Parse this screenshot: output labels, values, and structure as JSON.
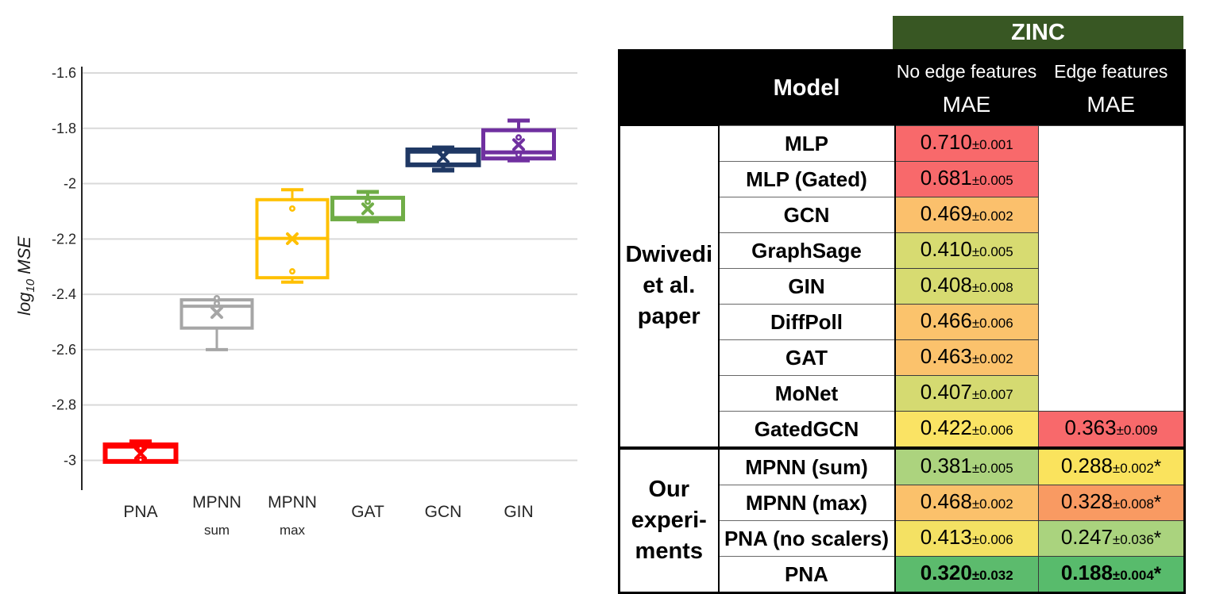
{
  "chart_data": {
    "type": "box",
    "title": "",
    "ylabel": "log10 MSE",
    "ylabel_parts": {
      "main": "log",
      "sub": "10",
      "rest": " MSE"
    },
    "grid": true,
    "legend": "none",
    "ylim": [
      -1.6,
      -3.15
    ],
    "yticks": [
      {
        "v": -1.6,
        "label": "-1.6"
      },
      {
        "v": -1.8,
        "label": "-1.8"
      },
      {
        "v": -2.0,
        "label": "-2"
      },
      {
        "v": -2.2,
        "label": "-2.2"
      },
      {
        "v": -2.4,
        "label": "-2.4"
      },
      {
        "v": -2.6,
        "label": "-2.6"
      },
      {
        "v": -2.8,
        "label": "-2.8"
      },
      {
        "v": -3.0,
        "label": "-3"
      }
    ],
    "categories": [
      {
        "label": "PNA",
        "sub": null
      },
      {
        "label": "MPNN",
        "sub": "sum"
      },
      {
        "label": "MPNN",
        "sub": "max"
      },
      {
        "label": "GAT",
        "sub": null
      },
      {
        "label": "GCN",
        "sub": null
      },
      {
        "label": "GIN",
        "sub": null
      }
    ],
    "series": [
      {
        "name": "PNA",
        "color": "#FF0000",
        "stroke_width": 6,
        "whisker_high": -2.933,
        "q3": -2.944,
        "median": -2.949,
        "q1": -3.004,
        "whisker_low": null,
        "mean": -2.975,
        "points": [
          -2.956,
          -2.998
        ]
      },
      {
        "name": "MPNN sum",
        "color": "#A6A6A6",
        "stroke_width": 4,
        "whisker_high": null,
        "q3": -2.42,
        "median": -2.443,
        "q1": -2.522,
        "whisker_low": -2.6,
        "mean": -2.466,
        "points": [
          -2.414,
          -2.433
        ]
      },
      {
        "name": "MPNN max",
        "color": "#FFC000",
        "stroke_width": 4,
        "whisker_high": -2.022,
        "q3": -2.058,
        "median": -2.198,
        "q1": -2.34,
        "whisker_low": -2.356,
        "mean": -2.199,
        "points": [
          -2.09,
          -2.317
        ]
      },
      {
        "name": "GAT",
        "color": "#70AD47",
        "stroke_width": 5,
        "whisker_high": -2.03,
        "q3": -2.051,
        "median": -2.124,
        "q1": -2.129,
        "whisker_low": -2.136,
        "mean": -2.091,
        "points": [
          -2.065
        ]
      },
      {
        "name": "GCN",
        "color": "#1F3864",
        "stroke_width": 6,
        "whisker_high": -1.871,
        "q3": -1.878,
        "median": -1.883,
        "q1": -1.932,
        "whisker_low": -1.951,
        "mean": -1.904,
        "points": [
          -1.887
        ]
      },
      {
        "name": "GIN",
        "color": "#7030A0",
        "stroke_width": 5,
        "whisker_high": -1.772,
        "q3": -1.807,
        "median": -1.887,
        "q1": -1.909,
        "whisker_low": -1.916,
        "mean": -1.859,
        "points": [
          -1.833,
          -1.896
        ]
      }
    ]
  },
  "table": {
    "dataset_header": "ZINC",
    "col_headers": {
      "model": "Model",
      "no_edge": "No edge features",
      "edge": "Edge features",
      "metric": "MAE"
    },
    "colors": {
      "zinc_bg": "#385723",
      "header_bg": "#000000",
      "header_text": "#FFFFFF"
    },
    "groups": [
      {
        "label_lines": [
          "Dwivedi",
          "et al.",
          "paper"
        ],
        "row_count": 9
      },
      {
        "label_lines": [
          "Our",
          "experi-",
          "ments"
        ],
        "row_count": 4
      }
    ],
    "rows": [
      {
        "model": "MLP",
        "bold": false,
        "no_edge": {
          "value": "0.710",
          "pm": "±0.001",
          "star": "",
          "bg": "#F8696B"
        },
        "edge": null
      },
      {
        "model": "MLP (Gated)",
        "bold": false,
        "no_edge": {
          "value": "0.681",
          "pm": "±0.005",
          "star": "",
          "bg": "#F8696B"
        },
        "edge": null
      },
      {
        "model": "GCN",
        "bold": false,
        "no_edge": {
          "value": "0.469",
          "pm": "±0.002",
          "star": "",
          "bg": "#FBC06C"
        },
        "edge": null
      },
      {
        "model": "GraphSage",
        "bold": false,
        "no_edge": {
          "value": "0.410",
          "pm": "±0.005",
          "star": "",
          "bg": "#D7DB71"
        },
        "edge": null
      },
      {
        "model": "GIN",
        "bold": false,
        "no_edge": {
          "value": "0.408",
          "pm": "±0.008",
          "star": "",
          "bg": "#D7DB71"
        },
        "edge": null
      },
      {
        "model": "DiffPoll",
        "bold": false,
        "no_edge": {
          "value": "0.466",
          "pm": "±0.006",
          "star": "",
          "bg": "#FBC36C"
        },
        "edge": null
      },
      {
        "model": "GAT",
        "bold": false,
        "no_edge": {
          "value": "0.463",
          "pm": "±0.002",
          "star": "",
          "bg": "#FBC26C"
        },
        "edge": null
      },
      {
        "model": "MoNet",
        "bold": false,
        "no_edge": {
          "value": "0.407",
          "pm": "±0.007",
          "star": "",
          "bg": "#D5DA71"
        },
        "edge": null
      },
      {
        "model": "GatedGCN",
        "bold": false,
        "no_edge": {
          "value": "0.422",
          "pm": "±0.006",
          "star": "",
          "bg": "#FAE364"
        },
        "edge": {
          "value": "0.363",
          "pm": "±0.009",
          "star": "",
          "bg": "#F8696B"
        }
      },
      {
        "model": "MPNN (sum)",
        "bold": false,
        "no_edge": {
          "value": "0.381",
          "pm": "±0.005",
          "star": "",
          "bg": "#ACD37E"
        },
        "edge": {
          "value": "0.288",
          "pm": "±0.002",
          "star": "*",
          "bg": "#FAE35D"
        }
      },
      {
        "model": "MPNN (max)",
        "bold": false,
        "no_edge": {
          "value": "0.468",
          "pm": "±0.002",
          "star": "",
          "bg": "#FBC16B"
        },
        "edge": {
          "value": "0.328",
          "pm": "±0.008",
          "star": "*",
          "bg": "#F99A62"
        }
      },
      {
        "model": "PNA (no scalers)",
        "bold": false,
        "no_edge": {
          "value": "0.413",
          "pm": "±0.006",
          "star": "",
          "bg": "#F4E163"
        },
        "edge": {
          "value": "0.247",
          "pm": "±0.036",
          "star": "*",
          "bg": "#AAD37E"
        }
      },
      {
        "model": "PNA",
        "bold": true,
        "no_edge": {
          "value": "0.320",
          "pm": "±0.032",
          "star": "",
          "bg": "#5CBB6D"
        },
        "edge": {
          "value": "0.188",
          "pm": "±0.004",
          "star": "*",
          "bg": "#58BB6C"
        }
      }
    ]
  }
}
